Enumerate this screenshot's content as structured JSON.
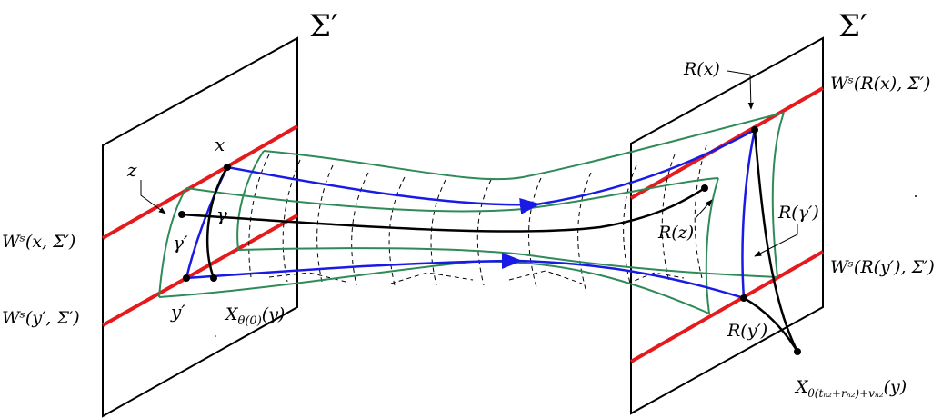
{
  "labels": {
    "sigma_left": "Σ′",
    "sigma_right": "Σ′",
    "x": "x",
    "z": "z",
    "gamma": "γ",
    "gamma_prime": "γ′",
    "y_prime": "y′",
    "ws_x": "Wˢ(x, Σ′)",
    "ws_y": "Wˢ(y′, Σ′)",
    "x_theta0": "X",
    "x_theta0_sub": "θ(0)",
    "x_theta0_arg": "(y)",
    "r_x": "R(x)",
    "r_z": "R(z)",
    "r_gamma": "R(γ′)",
    "r_y": "R(y′)",
    "ws_rx": "Wˢ(R(x), Σ′)",
    "ws_ry": "Wˢ(R(y′), Σ′)",
    "x_theta_final": "X",
    "x_theta_final_sub": "θ(tₙ₂+rₙ₂)+vₙ₂",
    "x_theta_final_arg": "(y)"
  },
  "colors": {
    "stable_manifold": "#e41a1c",
    "orbit": "#1a1ae6",
    "tube": "#2e8b57",
    "frame": "#000000"
  }
}
